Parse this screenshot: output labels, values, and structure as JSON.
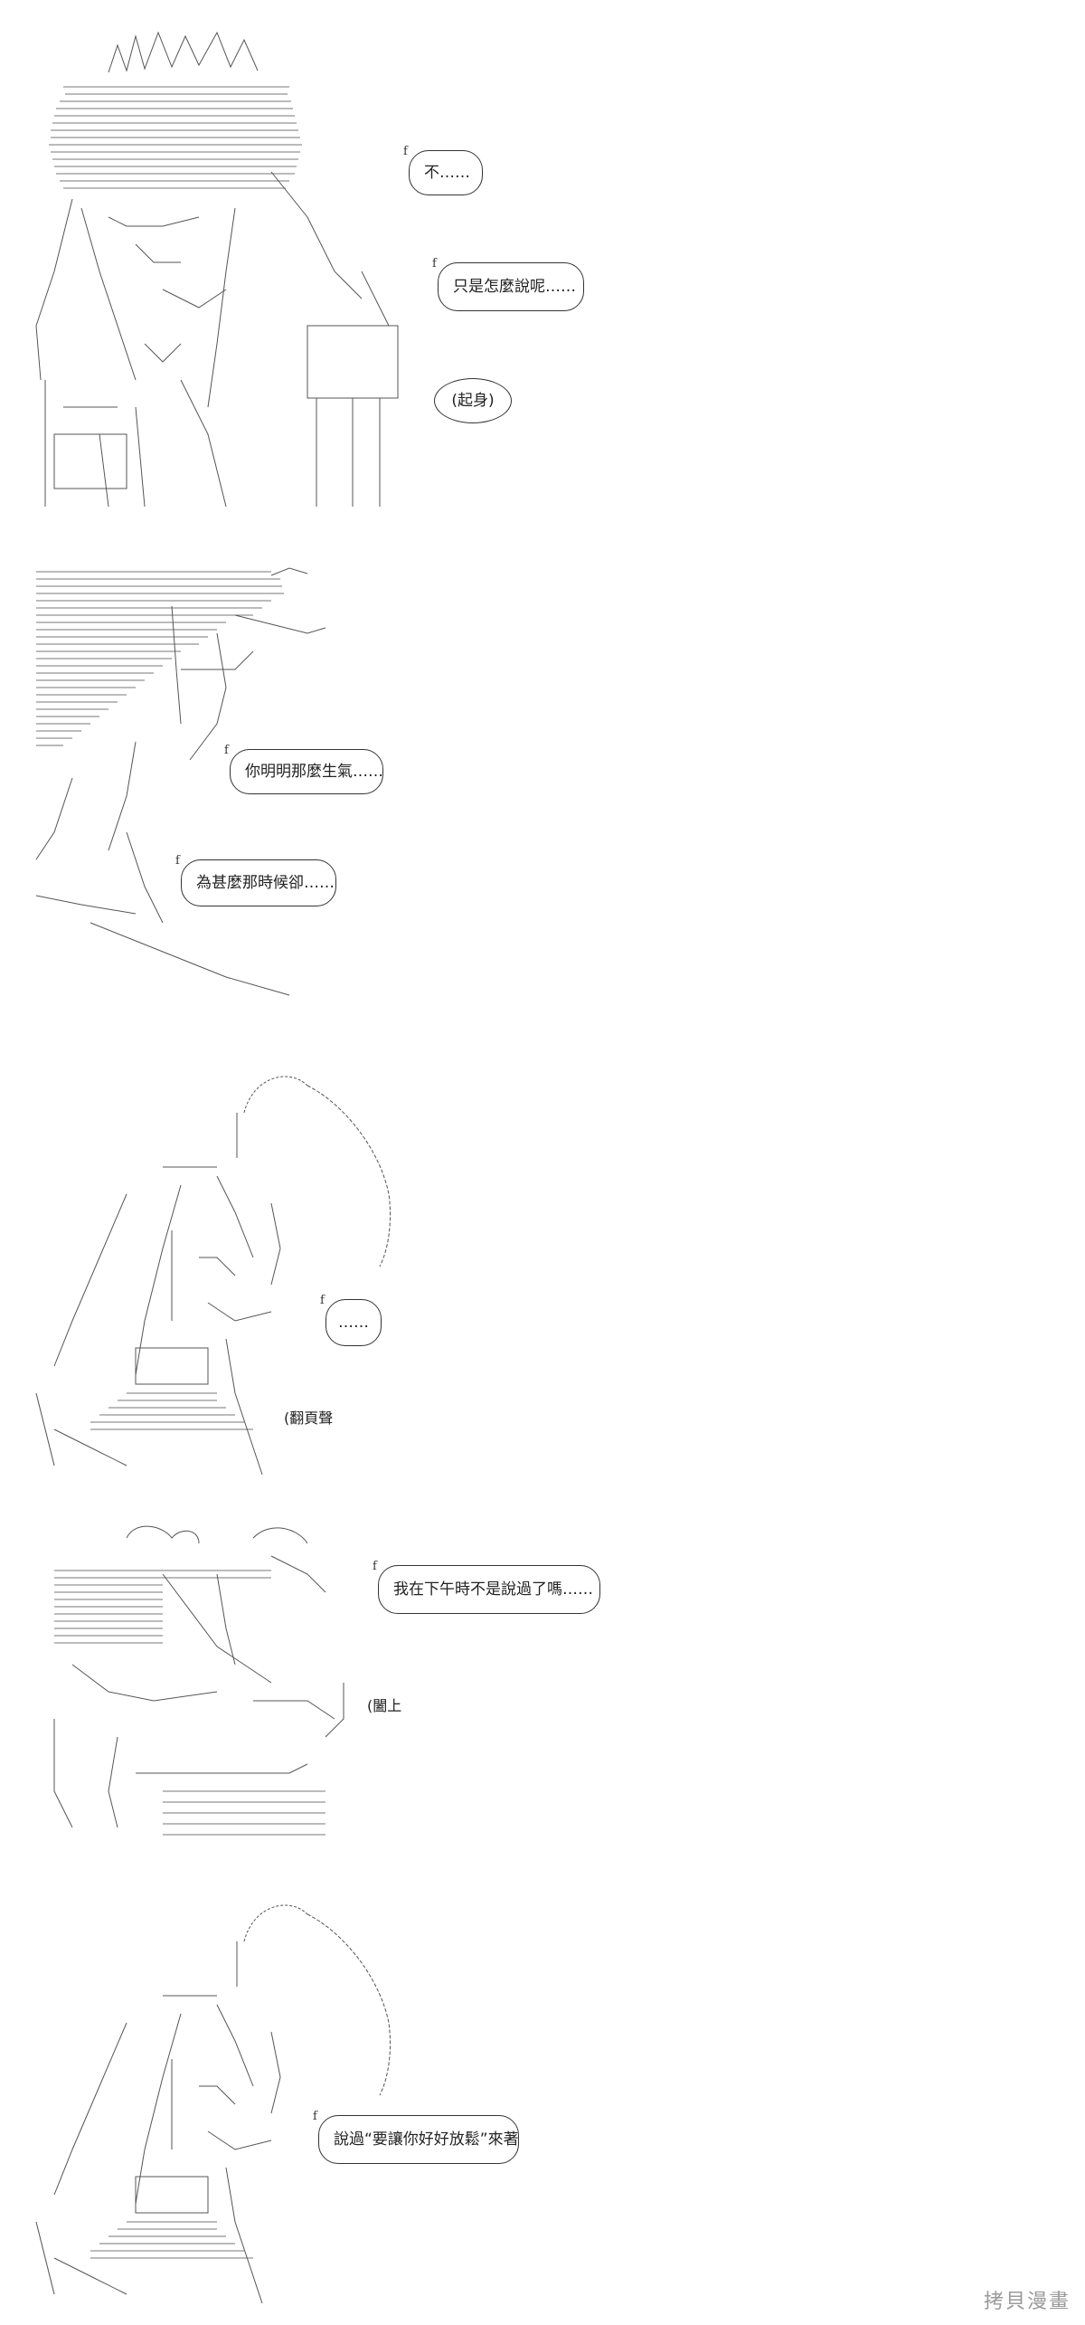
{
  "panels": [
    {
      "bubbles": [
        "不……",
        "只是怎麼說呢……",
        "(起身)"
      ]
    },
    {
      "bubbles": [
        "你明明那麼生氣……",
        "為甚麼那時候卻……"
      ]
    },
    {
      "bubbles": [
        "……"
      ],
      "sfx": "(翻頁聲"
    },
    {
      "bubbles": [
        "我在下午時不是說過了嗎……"
      ],
      "sfx": "(闔上"
    },
    {
      "bubbles": [
        "說過“要讓你好好放鬆”來著"
      ]
    }
  ],
  "watermark": "拷貝漫畫"
}
